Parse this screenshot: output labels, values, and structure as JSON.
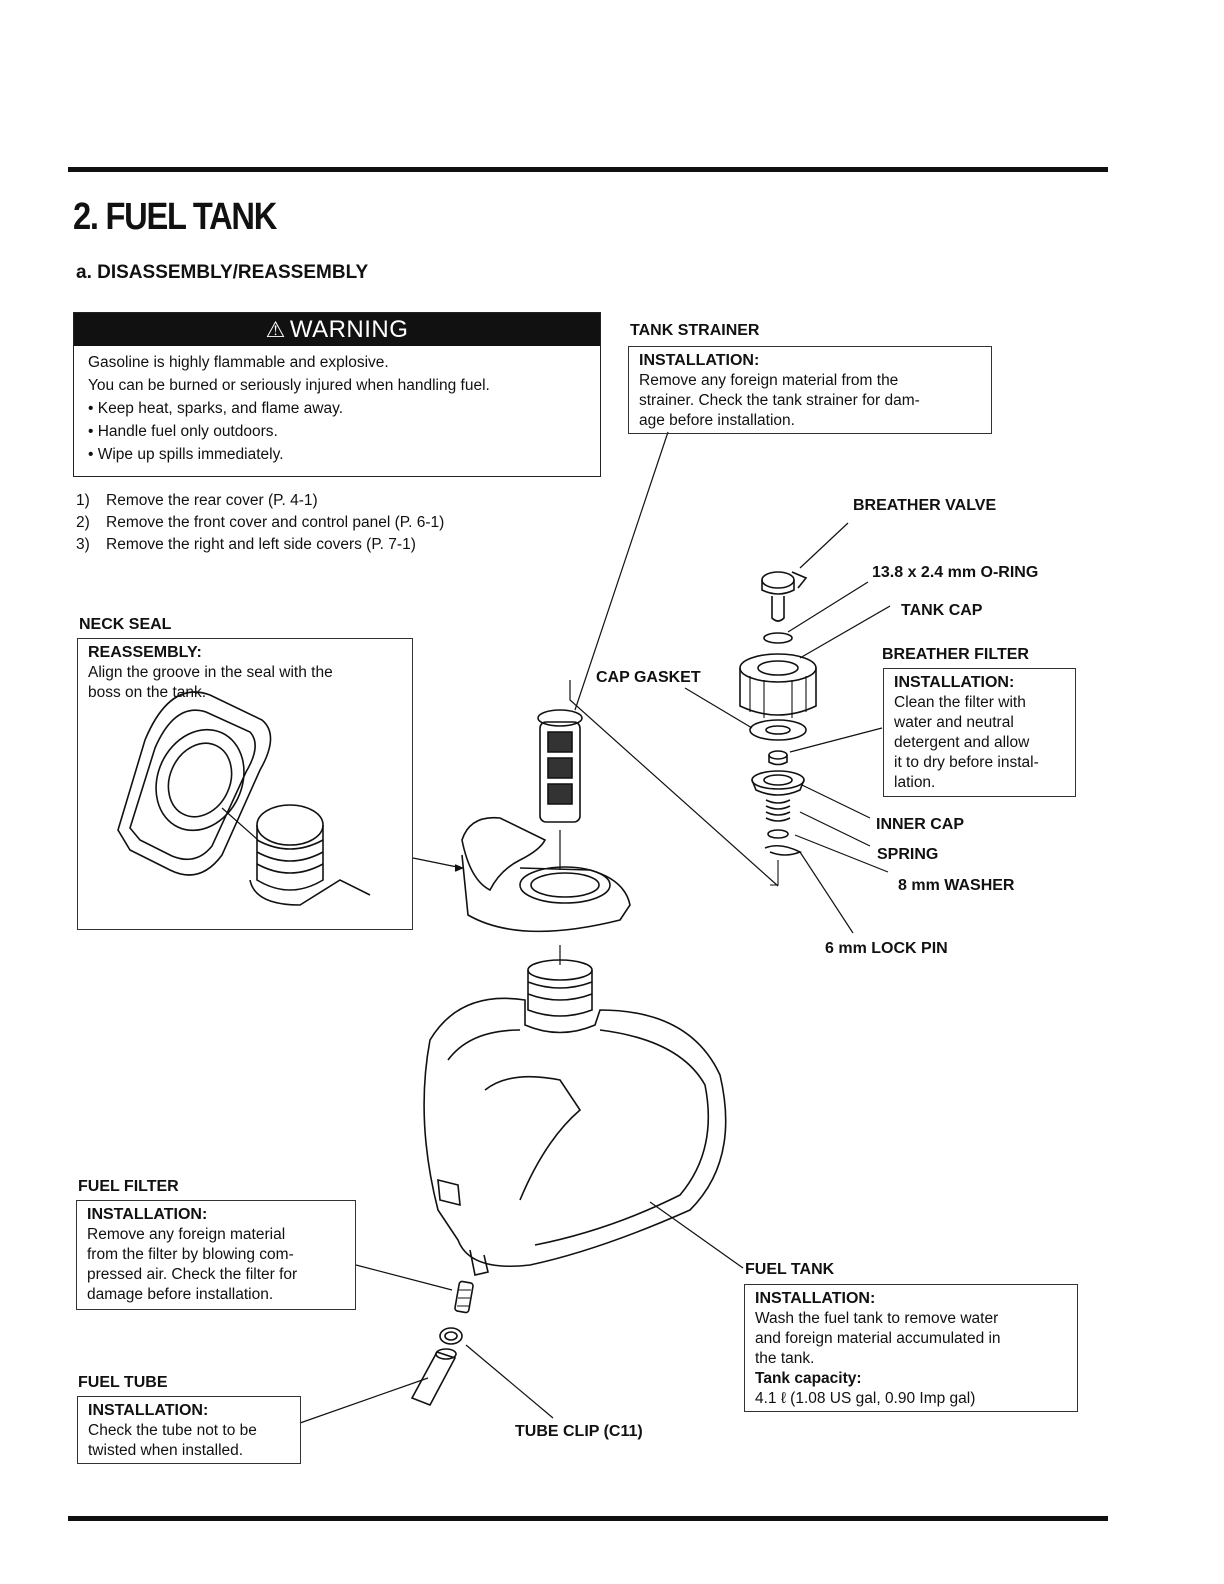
{
  "page": {
    "title": "2. FUEL TANK",
    "subtitle": "a. DISASSEMBLY/REASSEMBLY"
  },
  "warning": {
    "heading": "WARNING",
    "lines": [
      "Gasoline is highly flammable and explosive.",
      "You can be burned or seriously injured when handling fuel.",
      "• Keep heat, sparks, and flame away.",
      "• Handle fuel only outdoors.",
      "• Wipe up spills immediately."
    ]
  },
  "steps": [
    {
      "num": "1)",
      "text": "Remove the rear cover (P. 4-1)"
    },
    {
      "num": "2)",
      "text": "Remove the front cover and control panel (P. 6-1)"
    },
    {
      "num": "3)",
      "text": "Remove the right and left side covers (P. 7-1)"
    }
  ],
  "callouts": {
    "tank_strainer": {
      "label": "TANK STRAINER",
      "heading": "INSTALLATION:",
      "lines": [
        "Remove any foreign material from the",
        "strainer. Check the tank strainer for dam-",
        "age before installation."
      ]
    },
    "neck_seal": {
      "label": "NECK SEAL",
      "heading": "REASSEMBLY:",
      "lines": [
        "Align the groove in the seal with the",
        "boss on the tank."
      ]
    },
    "breather_filter": {
      "label": "BREATHER FILTER",
      "heading": "INSTALLATION:",
      "lines": [
        "Clean the filter with",
        "water and neutral",
        "detergent and allow",
        "it to dry before instal-",
        "lation."
      ]
    },
    "fuel_filter": {
      "label": "FUEL FILTER",
      "heading": "INSTALLATION:",
      "lines": [
        "Remove any foreign material",
        "from the filter by blowing com-",
        "pressed air. Check the filter for",
        "damage before installation."
      ]
    },
    "fuel_tube": {
      "label": "FUEL TUBE",
      "heading": "INSTALLATION:",
      "lines": [
        "Check the tube not to be",
        "twisted when installed."
      ]
    },
    "fuel_tank": {
      "label": "FUEL TANK",
      "heading": "INSTALLATION:",
      "lines": [
        "Wash the fuel tank to remove water",
        "and foreign material accumulated in",
        "the tank."
      ],
      "capacity_heading": "Tank capacity:",
      "capacity": "4.1 ℓ (1.08 US gal, 0.90 Imp gal)"
    }
  },
  "part_labels": {
    "breather_valve": "BREATHER VALVE",
    "o_ring": "13.8 x 2.4 mm O-RING",
    "tank_cap": "TANK CAP",
    "cap_gasket": "CAP GASKET",
    "inner_cap": "INNER CAP",
    "spring": "SPRING",
    "washer": "8 mm WASHER",
    "lock_pin": "6 mm LOCK PIN",
    "tube_clip": "TUBE CLIP (C11)"
  }
}
